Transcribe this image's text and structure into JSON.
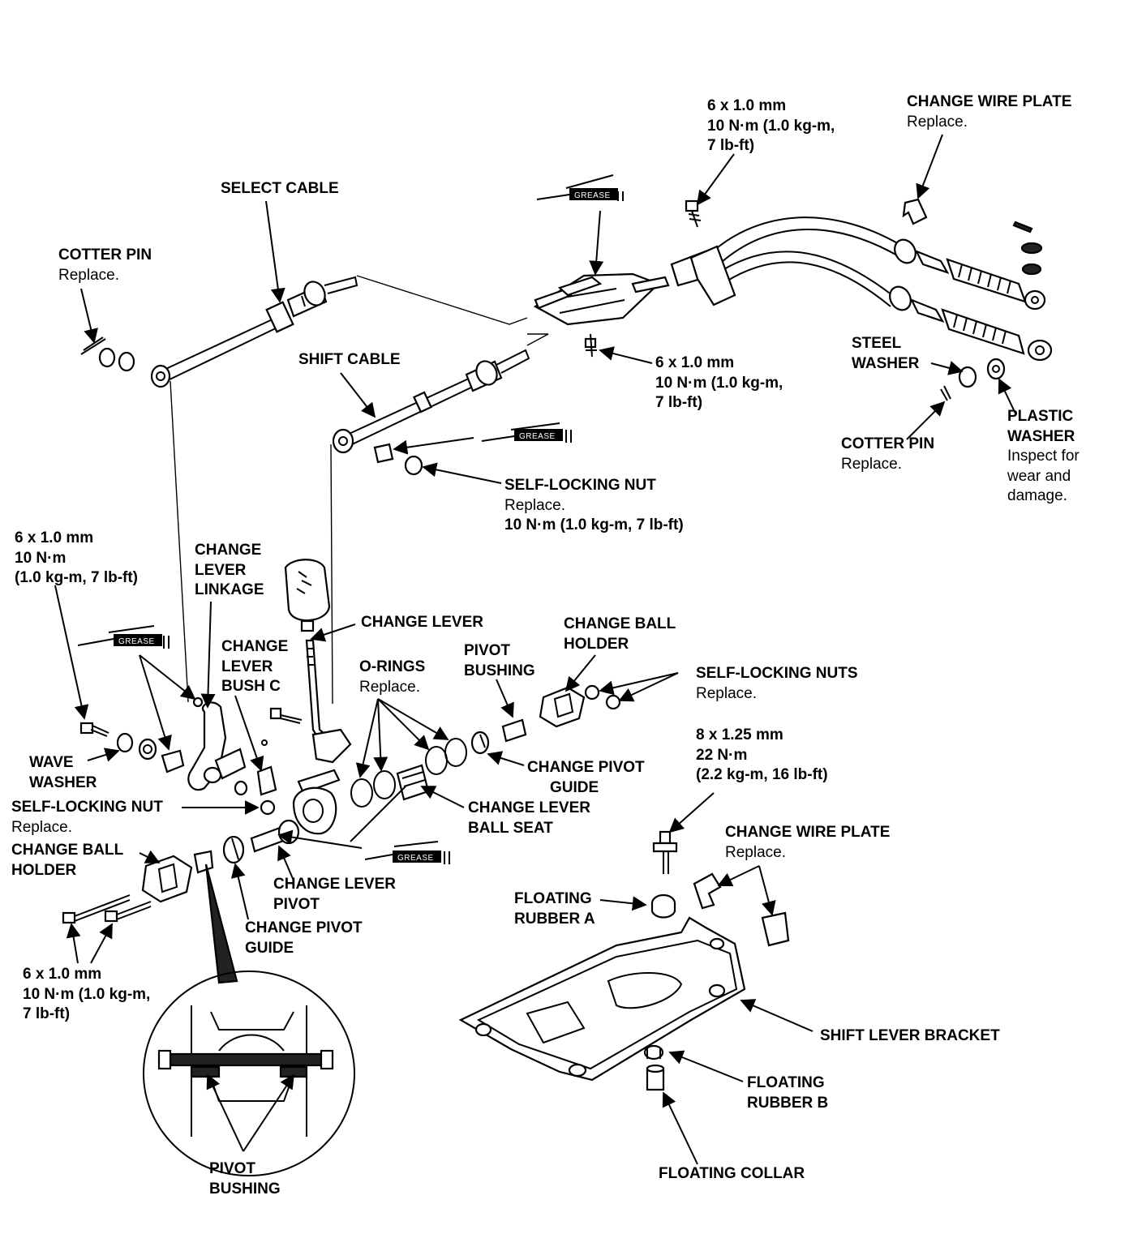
{
  "labels": {
    "bolt_top": [
      "6 x 1.0 mm",
      "10 N·m (1.0 kg-m,",
      "7 lb-ft)"
    ],
    "change_wire_plate_top": {
      "name": "CHANGE WIRE PLATE",
      "note": "Replace."
    },
    "select_cable": "SELECT CABLE",
    "cotter_pin_left": {
      "name": "COTTER PIN",
      "note": "Replace."
    },
    "shift_cable": "SHIFT CABLE",
    "bolt_mid": [
      "6 x 1.0 mm",
      "10 N·m (1.0 kg-m,",
      "7 lb-ft)"
    ],
    "steel_washer": [
      "STEEL",
      "WASHER"
    ],
    "cotter_pin_right": {
      "name": "COTTER PIN",
      "note": "Replace."
    },
    "plastic_washer": {
      "name": [
        "PLASTIC",
        "WASHER"
      ],
      "note": [
        "Inspect for",
        "wear and",
        "damage."
      ]
    },
    "self_locking_nut_top": {
      "name": "SELF-LOCKING NUT",
      "note": "Replace.",
      "torque": "10 N·m (1.0 kg-m, 7 lb-ft)"
    },
    "bolt_left": [
      "6 x 1.0 mm",
      "10 N·m",
      "(1.0 kg-m, 7 lb-ft)"
    ],
    "change_lever_linkage": [
      "CHANGE",
      "LEVER",
      "LINKAGE"
    ],
    "change_lever": "CHANGE LEVER",
    "change_ball_holder_top": [
      "CHANGE BALL",
      "HOLDER"
    ],
    "change_lever_bush_c": [
      "CHANGE",
      "LEVER",
      "BUSH C"
    ],
    "pivot_bushing_top": [
      "PIVOT",
      "BUSHING"
    ],
    "o_rings": {
      "name": "O-RINGS",
      "note": "Replace."
    },
    "self_locking_nuts": {
      "name": "SELF-LOCKING NUTS",
      "note": "Replace."
    },
    "wave_washer": [
      "WAVE",
      "WASHER"
    ],
    "change_pivot_guide_right": [
      "CHANGE PIVOT",
      "GUIDE"
    ],
    "bolt_bracket": [
      "8 x 1.25 mm",
      "22 N·m",
      "(2.2 kg-m, 16 lb-ft)"
    ],
    "self_locking_nut_left": {
      "name": "SELF-LOCKING NUT",
      "note": "Replace."
    },
    "change_lever_ball_seat": [
      "CHANGE LEVER",
      "BALL SEAT"
    ],
    "change_ball_holder_left": [
      "CHANGE BALL",
      "HOLDER"
    ],
    "change_wire_plate_bottom": {
      "name": "CHANGE WIRE PLATE",
      "note": "Replace."
    },
    "change_lever_pivot": [
      "CHANGE LEVER",
      "PIVOT"
    ],
    "floating_rubber_a": [
      "FLOATING",
      "RUBBER A"
    ],
    "change_pivot_guide_left": [
      "CHANGE PIVOT",
      "GUIDE"
    ],
    "bolt_bottom": [
      "6 x 1.0 mm",
      "10 N·m (1.0 kg-m,",
      "7 lb-ft)"
    ],
    "shift_lever_bracket": "SHIFT LEVER BRACKET",
    "floating_rubber_b": [
      "FLOATING",
      "RUBBER B"
    ],
    "pivot_bushing_bottom": [
      "PIVOT",
      "BUSHING"
    ],
    "floating_collar": "FLOATING COLLAR"
  },
  "grease_tag": "GREASE"
}
